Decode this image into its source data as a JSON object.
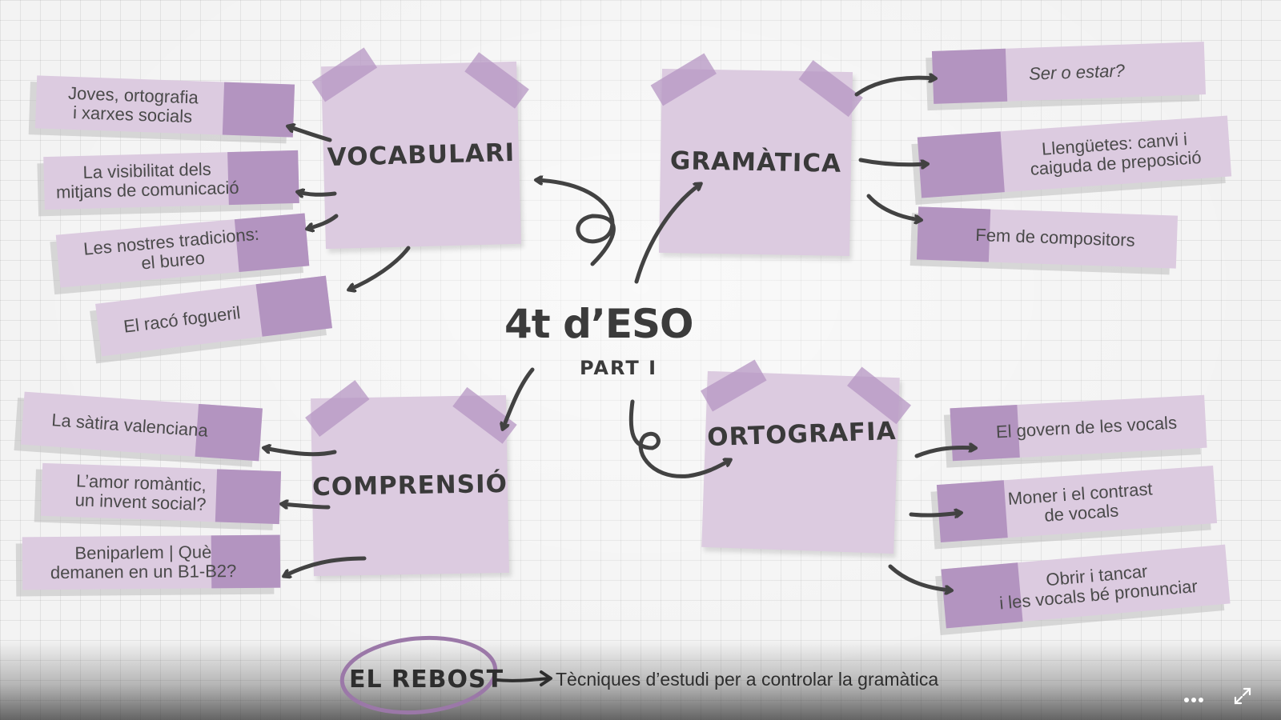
{
  "center": {
    "title": "4t d’ESO",
    "subtitle": "PART I"
  },
  "notes": {
    "vocabulari": "VOCABULARI",
    "gramatica": "GRAMÀTICA",
    "comprensio": "COMPRENSIÓ",
    "ortografia": "ORTOGRAFIA"
  },
  "vocabulari_items": [
    "Joves, ortografia\ni xarxes socials",
    "La visibilitat dels\nmitjans de comunicació",
    "Les nostres tradicions:\nel bureo",
    "El racó fogueril"
  ],
  "gramatica_items": [
    "Ser o estar?",
    "Llengüetes: canvi i\ncaiguda de preposició",
    "Fem de compositors"
  ],
  "comprensio_items": [
    "La sàtira valenciana",
    "L’amor romàntic,\nun invent social?",
    "Beniparlem | Què\ndemanen en un B1-B2?"
  ],
  "ortografia_items": [
    "El govern de les vocals",
    "Moner i el contrast\nde vocals",
    "Obrir i tancar\ni les vocals bé pronunciar"
  ],
  "footer": {
    "rebost": "EL REBOST",
    "description": "Tècniques d’estudi per a controlar la gramàtica",
    "more_icon": "more-dots-icon",
    "fullscreen_icon": "fullscreen-icon"
  },
  "colors": {
    "note": "#dccbe0",
    "accent": "#b394c0",
    "ink": "#3a3a3a"
  }
}
